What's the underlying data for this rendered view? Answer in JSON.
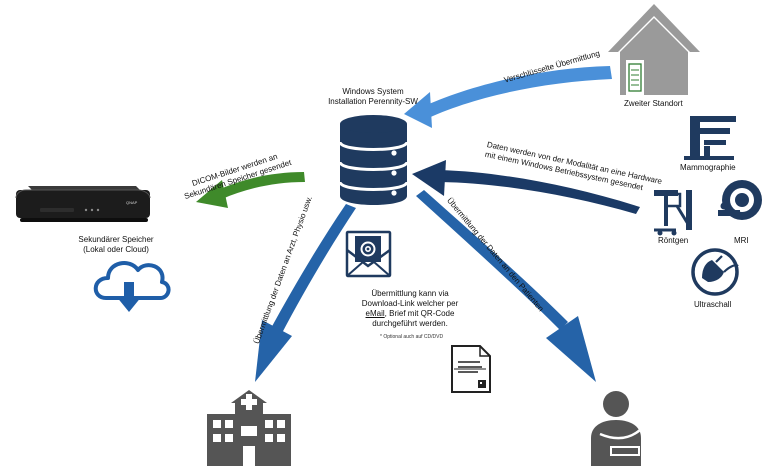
{
  "server": {
    "title_line1": "Windows System",
    "title_line2": "Installation Perennity-SW"
  },
  "second_site": {
    "label": "Zweiter Standort",
    "arrow_text": "Verschlüsselte Übermittlung"
  },
  "modality": {
    "arrow_text_line1": "Daten werden von der Modalität an eine Hardware",
    "arrow_text_line2": "mit  einem Windows Betriebssystem gesendet",
    "devices": {
      "mammography": "Mammographie",
      "xray": "Röntgen",
      "mri": "MRI",
      "ultrasound": "Ultraschall"
    }
  },
  "storage": {
    "arrow_text_line1": "DICOM-Bilder werden an",
    "arrow_text_line2": "Sekundären Speicher gesendet",
    "label_line1": "Sekundärer Speicher",
    "label_line2": "(Lokal oder Cloud)",
    "device_brand": "QNAP"
  },
  "doctor": {
    "arrow_text": "Übermittlung der Daten an Arzt, Physio usw."
  },
  "patient": {
    "arrow_text": "Übermittlung der Daten an den Patienten"
  },
  "delivery": {
    "line1": "Übermittlung kann via",
    "line2": "Download-Link welcher per",
    "line3_emph": "eMail",
    "line3_rest": ", Brief mit QR-Code",
    "line4": "durchgeführt werden.",
    "footnote": "* Optional auch auf CD/DVD"
  },
  "colors": {
    "light_blue": "#4a90d9",
    "dark_blue": "#1b3a66",
    "mid_blue": "#2563a8",
    "green": "#3f8a2a",
    "navy": "#1f3a5f",
    "gray": "#9a9a9a",
    "dark_gray": "#555555"
  }
}
